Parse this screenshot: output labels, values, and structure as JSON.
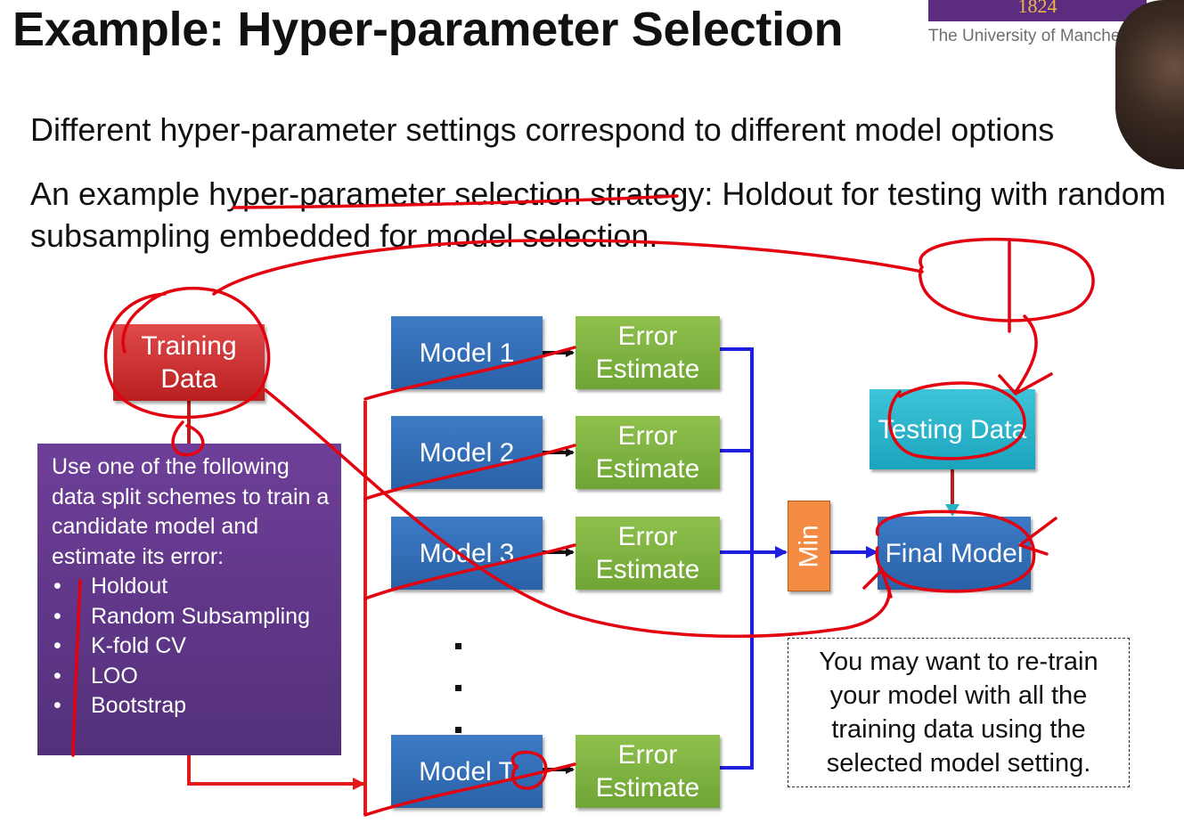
{
  "slide": {
    "title": "Example: Hyper-parameter Selection",
    "paragraphs": [
      "Different hyper-parameter settings correspond to different model options",
      "An example hyper-parameter selection strategy: Holdout for testing with random subsampling embedded for model selection."
    ]
  },
  "logo": {
    "year": "1824",
    "institution": "The University of Manchester",
    "colors": {
      "bar": "#5c2d7e",
      "year_text": "#e9b84d"
    }
  },
  "diagram": {
    "training_data": "Training Data",
    "testing_data": "Testing Data",
    "final_model": "Final Model",
    "min_label": "Min",
    "models": [
      "Model 1",
      "Model 2",
      "Model 3",
      "Model T"
    ],
    "error_estimate": "Error Estimate",
    "split_box": {
      "intro": "Use one of the following data split schemes to train a candidate model and estimate its error:",
      "schemes": [
        "Holdout",
        "Random Subsampling",
        "K-fold CV",
        "LOO",
        "Bootstrap"
      ]
    },
    "note": "You may want to re-train your model with all the training data using the selected model setting.",
    "colors": {
      "training": "#c8292a",
      "testing": "#27b3c8",
      "model": "#3470b8",
      "error": "#7fb241",
      "min": "#f38b43",
      "split_box": "#613688",
      "connector_red": "#e11b1b",
      "connector_blue": "#1f1fe0",
      "annotation": "#e3000f"
    }
  }
}
